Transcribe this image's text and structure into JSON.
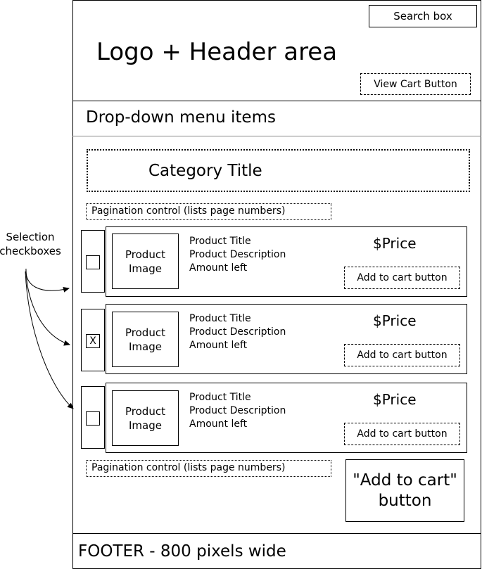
{
  "annotation": {
    "selection_checkboxes": "Selection checkboxes"
  },
  "header": {
    "search_box": "Search box",
    "logo_header": "Logo + Header area",
    "view_cart_button": "View Cart Button"
  },
  "menu": {
    "dropdown_label": "Drop-down menu items"
  },
  "main": {
    "category_title": "Category Title",
    "pagination_top": "Pagination control (lists page numbers)",
    "pagination_bottom": "Pagination control (lists page numbers)",
    "add_to_cart_main": "\"Add to cart\" button",
    "products": [
      {
        "checkbox": "",
        "image_label": "Product Image",
        "title": "Product Title",
        "description": "Product Description",
        "amount": "Amount left",
        "price": "$Price",
        "add_button": "Add to cart button"
      },
      {
        "checkbox": "X",
        "image_label": "Product Image",
        "title": "Product Title",
        "description": "Product Description",
        "amount": "Amount left",
        "price": "$Price",
        "add_button": "Add to cart button"
      },
      {
        "checkbox": "",
        "image_label": "Product Image",
        "title": "Product Title",
        "description": "Product Description",
        "amount": "Amount left",
        "price": "$Price",
        "add_button": "Add to cart button"
      }
    ]
  },
  "footer": {
    "label": "FOOTER - 800 pixels wide"
  }
}
